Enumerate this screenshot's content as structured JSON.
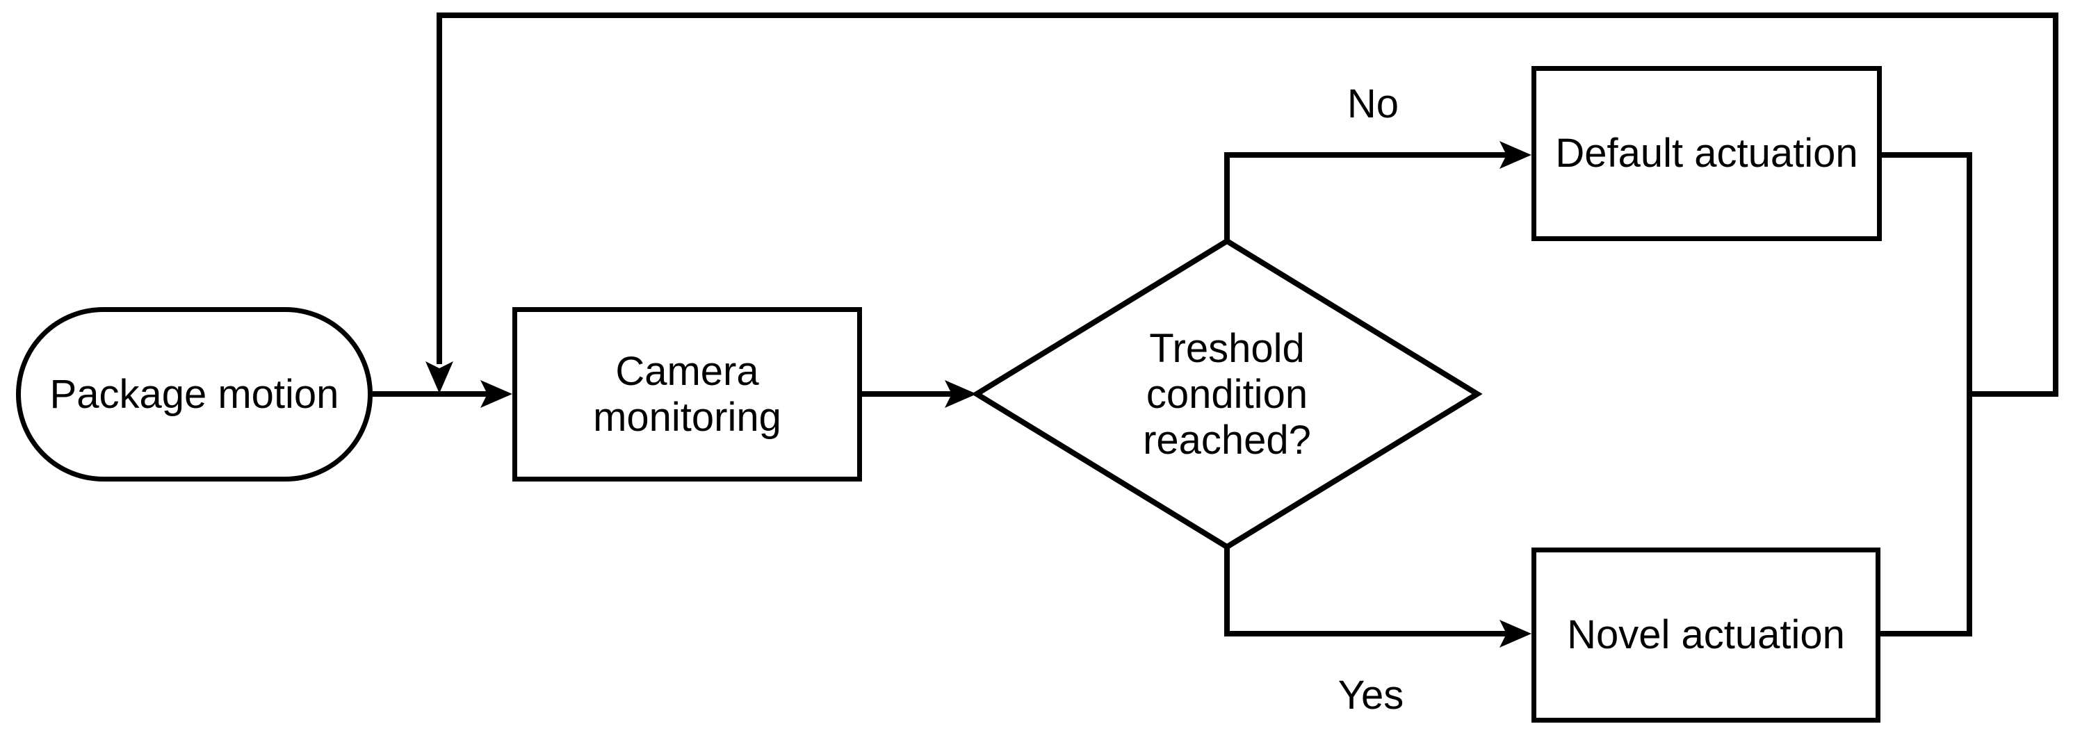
{
  "nodes": {
    "start": {
      "label": "Package motion",
      "type": "terminator"
    },
    "camera": {
      "label": "Camera\nmonitoring",
      "type": "process"
    },
    "decision": {
      "label": "Treshold\ncondition\nreached?",
      "type": "decision"
    },
    "default_actuation": {
      "label": "Default actuation",
      "type": "process"
    },
    "novel_actuation": {
      "label": "Novel actuation",
      "type": "process"
    }
  },
  "edge_labels": {
    "no": "No",
    "yes": "Yes"
  },
  "colors": {
    "stroke": "#000000",
    "background": "#ffffff"
  }
}
